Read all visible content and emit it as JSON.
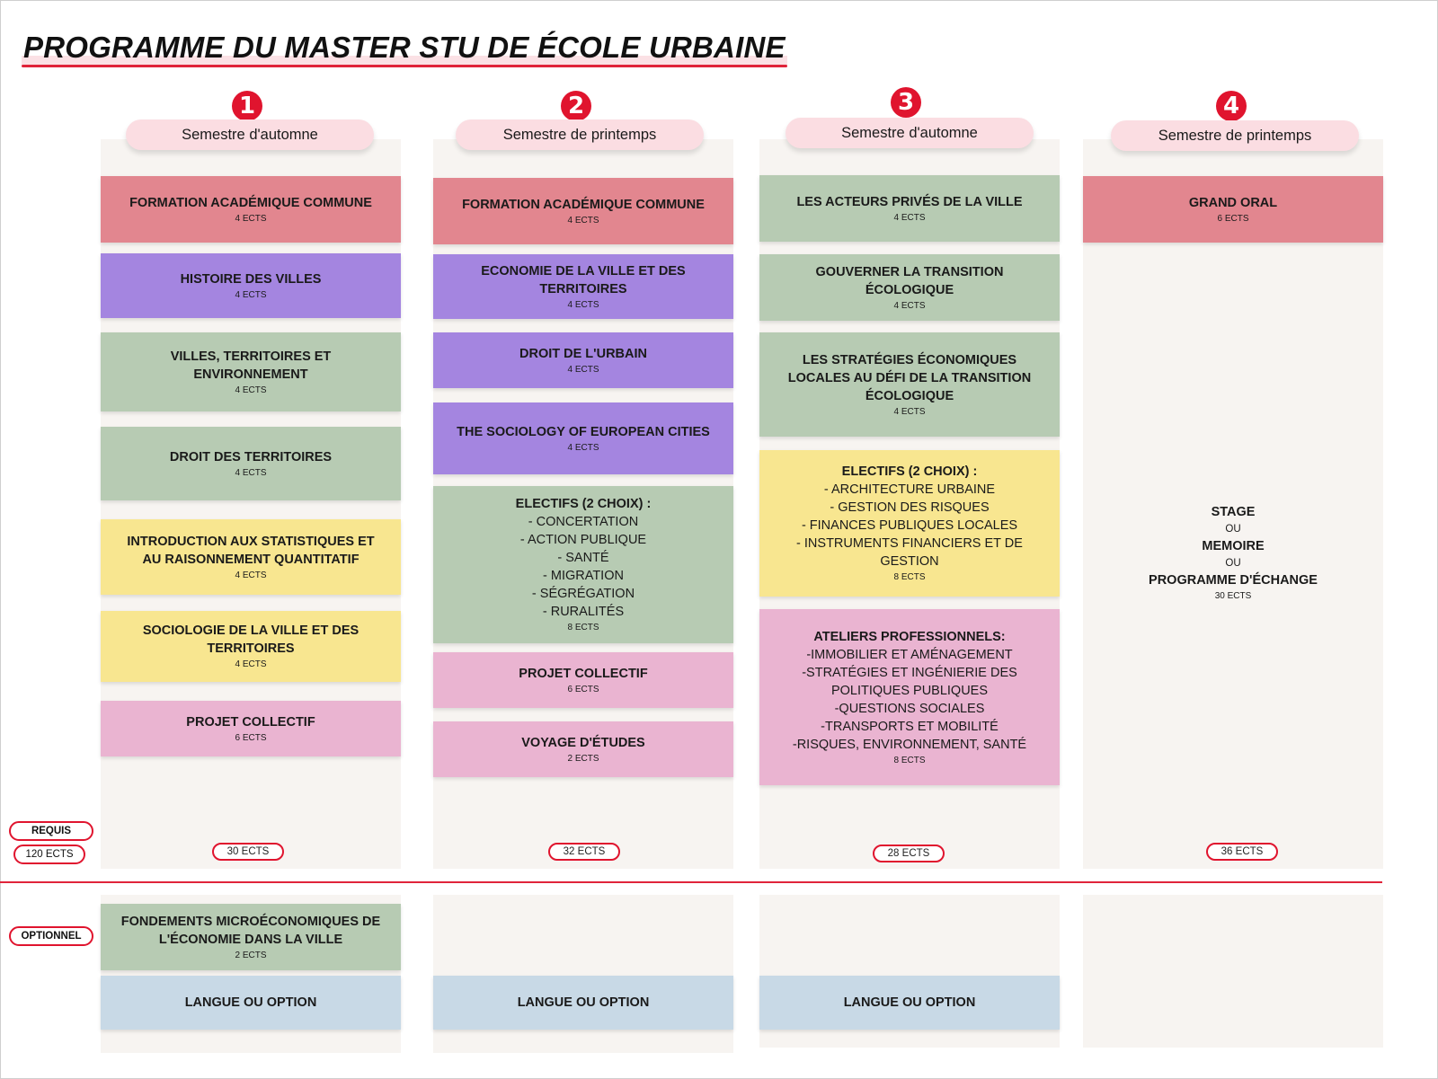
{
  "title": "PROGRAMME DU MASTER STU DE ÉCOLE URBAINE",
  "labels": {
    "required": "REQUIS",
    "required_total": "120 ECTS",
    "optional": "OPTIONNEL"
  },
  "semesters": [
    {
      "number": "1",
      "name": "Semestre d'automne",
      "total": "30 ECTS",
      "courses": [
        {
          "title": [
            "FORMATION ACADÉMIQUE COMMUNE"
          ],
          "ects": "4 ECTS"
        },
        {
          "title": [
            "HISTOIRE DES VILLES"
          ],
          "ects": "4 ECTS"
        },
        {
          "title": [
            "VILLES, TERRITOIRES ET",
            "ENVIRONNEMENT"
          ],
          "ects": "4 ECTS"
        },
        {
          "title": [
            "DROIT DES TERRITOIRES"
          ],
          "ects": "4 ECTS"
        },
        {
          "title": [
            "INTRODUCTION AUX STATISTIQUES ET",
            "AU RAISONNEMENT QUANTITATIF"
          ],
          "ects": "4 ECTS"
        },
        {
          "title": [
            "SOCIOLOGIE DE LA VILLE ET DES",
            "TERRITOIRES"
          ],
          "ects": "4 ECTS"
        },
        {
          "title": [
            "PROJET COLLECTIF"
          ],
          "ects": "6 ECTS"
        }
      ],
      "optional": [
        {
          "title": [
            "FONDEMENTS MICROÉCONOMIQUES DE",
            "L'ÉCONOMIE DANS LA VILLE"
          ],
          "ects": "2 ECTS"
        },
        {
          "title": [
            "LANGUE OU OPTION"
          ]
        }
      ]
    },
    {
      "number": "2",
      "name": "Semestre de printemps",
      "total": "32 ECTS",
      "courses": [
        {
          "title": [
            "FORMATION ACADÉMIQUE COMMUNE"
          ],
          "ects": "4 ECTS"
        },
        {
          "title": [
            "ECONOMIE DE LA VILLE ET DES",
            "TERRITOIRES"
          ],
          "ects": "4 ECTS"
        },
        {
          "title": [
            "DROIT DE L'URBAIN"
          ],
          "ects": "4 ECTS"
        },
        {
          "title": [
            "THE SOCIOLOGY OF EUROPEAN CITIES"
          ],
          "ects": "4 ECTS"
        },
        {
          "title": [
            "ELECTIFS (2 CHOIX) :"
          ],
          "lines": [
            "- CONCERTATION",
            "- ACTION PUBLIQUE",
            "- SANTÉ",
            "- MIGRATION",
            "- SÉGRÉGATION",
            "- RURALITÉS"
          ],
          "ects": "8 ECTS"
        },
        {
          "title": [
            "PROJET COLLECTIF"
          ],
          "ects": "6 ECTS"
        },
        {
          "title": [
            "VOYAGE D'ÉTUDES"
          ],
          "ects": "2 ECTS"
        }
      ],
      "optional": [
        {
          "title": [
            "LANGUE OU OPTION"
          ]
        }
      ]
    },
    {
      "number": "3",
      "name": "Semestre d'automne",
      "total": "28 ECTS",
      "courses": [
        {
          "title": [
            "LES ACTEURS PRIVÉS DE LA VILLE"
          ],
          "ects": "4 ECTS"
        },
        {
          "title": [
            "GOUVERNER LA TRANSITION",
            "ÉCOLOGIQUE"
          ],
          "ects": "4 ECTS"
        },
        {
          "title": [
            "LES STRATÉGIES ÉCONOMIQUES",
            "LOCALES AU DÉFI DE LA TRANSITION",
            "ÉCOLOGIQUE"
          ],
          "ects": "4 ECTS"
        },
        {
          "title": [
            "ELECTIFS (2 CHOIX) :"
          ],
          "lines": [
            "- ARCHITECTURE URBAINE",
            "- GESTION DES RISQUES",
            "- FINANCES PUBLIQUES LOCALES",
            "- INSTRUMENTS FINANCIERS ET DE",
            "GESTION"
          ],
          "ects": "8 ECTS"
        },
        {
          "title": [
            "ATELIERS PROFESSIONNELS:"
          ],
          "lines": [
            "-IMMOBILIER ET AMÉNAGEMENT",
            "-STRATÉGIES ET INGÉNIERIE DES",
            "POLITIQUES PUBLIQUES",
            "-QUESTIONS SOCIALES",
            "-TRANSPORTS ET MOBILITÉ",
            "-RISQUES, ENVIRONNEMENT, SANTÉ"
          ],
          "ects": "8 ECTS"
        }
      ],
      "optional": [
        {
          "title": [
            "LANGUE OU OPTION"
          ]
        }
      ]
    },
    {
      "number": "4",
      "name": "Semestre de printemps",
      "total": "36 ECTS",
      "courses": [
        {
          "title": [
            "GRAND ORAL"
          ],
          "ects": "6 ECTS"
        }
      ],
      "stage": {
        "items": [
          "STAGE",
          "OU",
          "MEMOIRE",
          "OU",
          "PROGRAMME D'ÉCHANGE"
        ],
        "ects": "30 ECTS"
      },
      "optional": []
    }
  ]
}
